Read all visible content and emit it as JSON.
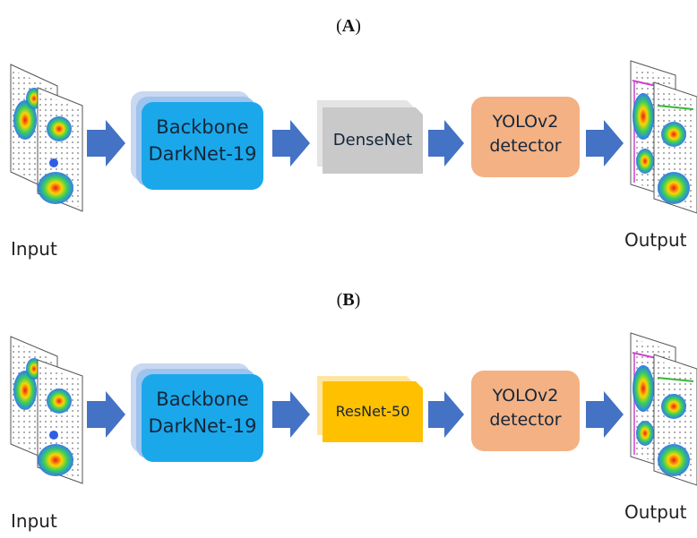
{
  "panels": [
    {
      "label": "A",
      "input_label": "Input",
      "output_label": "Output",
      "backbone": {
        "line1": "Backbone",
        "line2": "DarkNet-19"
      },
      "middle": {
        "text": "DenseNet",
        "color": "#c9c9c9",
        "shade": "#e4e4e4"
      },
      "detector": {
        "line1": "YOLOv2",
        "line2": "detector"
      }
    },
    {
      "label": "B",
      "input_label": "Input",
      "output_label": "Output",
      "backbone": {
        "line1": "Backbone",
        "line2": "DarkNet-19"
      },
      "middle": {
        "text": "ResNet-50",
        "color": "#ffc000",
        "shade": "#ffe6a0"
      },
      "detector": {
        "line1": "YOLOv2",
        "line2": "detector"
      }
    }
  ],
  "colors": {
    "arrow": "#4472c4",
    "backbone": "#1aa8ea",
    "backbone_shade1": "#c9d7f0",
    "backbone_shade2": "#9dc3ef",
    "detector": "#f4b183"
  },
  "icons": [
    "arrow-right-icon",
    "heatmap-sheet-icon"
  ]
}
